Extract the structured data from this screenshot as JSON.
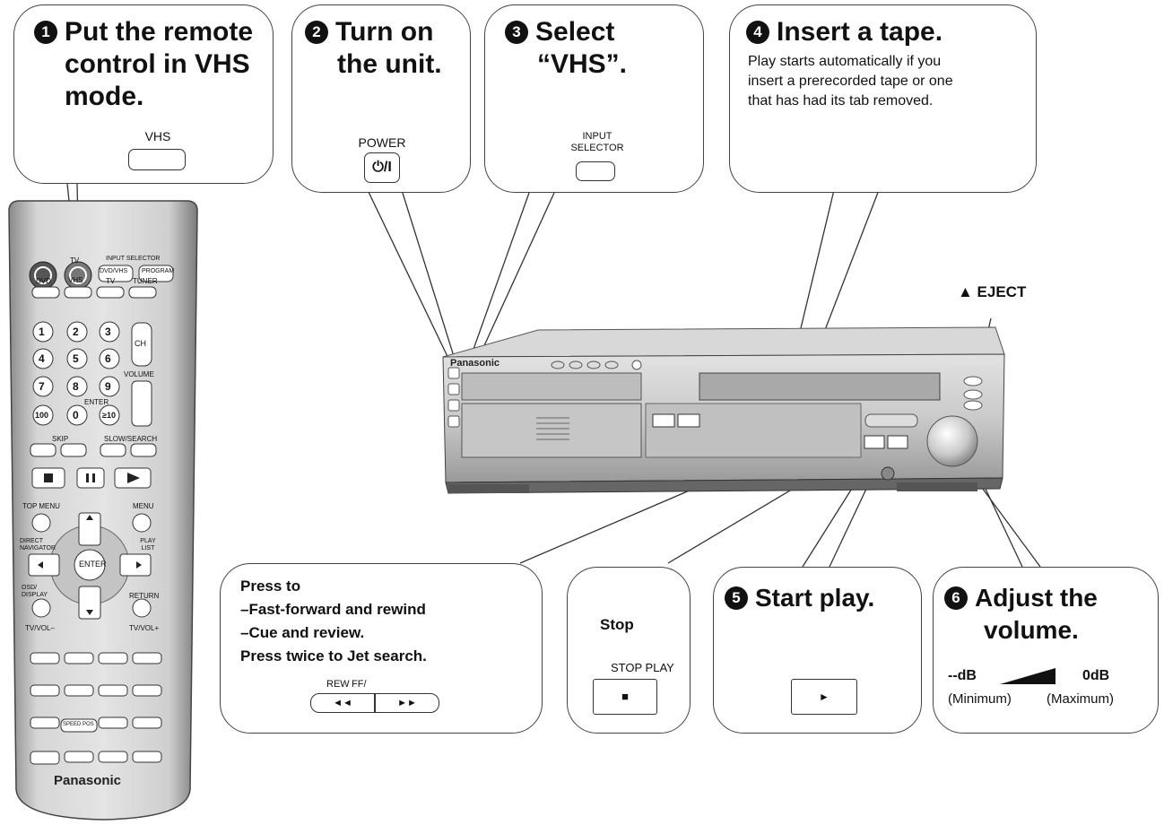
{
  "steps": {
    "s1": {
      "num": "1",
      "lines": [
        "Put the remote",
        "control in VHS",
        "mode."
      ],
      "button_label": "VHS"
    },
    "s2": {
      "num": "2",
      "lines": [
        "Turn on",
        "the unit."
      ],
      "button_label": "POWER",
      "button_glyph": "⏻/I"
    },
    "s3": {
      "num": "3",
      "lines": [
        "Select",
        "“VHS”."
      ],
      "button_label_lines": [
        "INPUT",
        "SELECTOR"
      ]
    },
    "s4": {
      "num": "4",
      "title": "Insert a tape.",
      "desc_lines": [
        "Play starts automatically if you",
        "insert a prerecorded tape or one",
        "that has had its tab removed."
      ]
    },
    "s5": {
      "num": "5",
      "title": "Start play.",
      "button_glyph": "►"
    },
    "s6": {
      "num": "6",
      "lines": [
        "Adjust the",
        "volume."
      ],
      "min_db": "--dB",
      "max_db": "0dB",
      "min_label": "(Minimum)",
      "max_label": "(Maximum)"
    }
  },
  "press_box": {
    "lines": [
      "Press to",
      "–Fast-forward and rewind",
      "–Cue and review.",
      "Press twice to Jet search."
    ],
    "rew_label": "REW",
    "ff_label": "FF/",
    "rew_glyph": "◄◄",
    "ff_glyph": "►►"
  },
  "stop_box": {
    "title": "Stop",
    "buttons_label": "STOP PLAY",
    "button_glyph": "■"
  },
  "eject_label": "▲ EJECT",
  "remote": {
    "brand": "Panasonic",
    "labels": {
      "tv": "TV",
      "input_selector": "INPUT SELECTOR",
      "dvd_vhs": "DVD/VHS",
      "program": "PROGRAM",
      "dvd": "DVD",
      "vhs": "VHS",
      "tv2": "TV",
      "tuner": "TUNER",
      "ch": "CH",
      "volume": "VOLUME",
      "enter": "ENTER",
      "skip": "SKIP",
      "slow_search": "SLOW/SEARCH",
      "top_menu": "TOP MENU",
      "menu": "MENU",
      "direct_navigator": "DIRECT NAVIGATOR",
      "play_list": "PLAY LIST",
      "osd_display": "OSD/ DISPLAY",
      "return": "RETURN",
      "tv_vol_minus": "TV/VOL–",
      "tv_vol_plus": "TV/VOL+",
      "speed_pos": "SPEED POS",
      "nav_enter": "ENTER"
    },
    "digits": [
      "1",
      "2",
      "3",
      "4",
      "5",
      "6",
      "7",
      "8",
      "9",
      "100",
      "0",
      "≥10"
    ]
  },
  "unit": {
    "brand": "Panasonic"
  }
}
